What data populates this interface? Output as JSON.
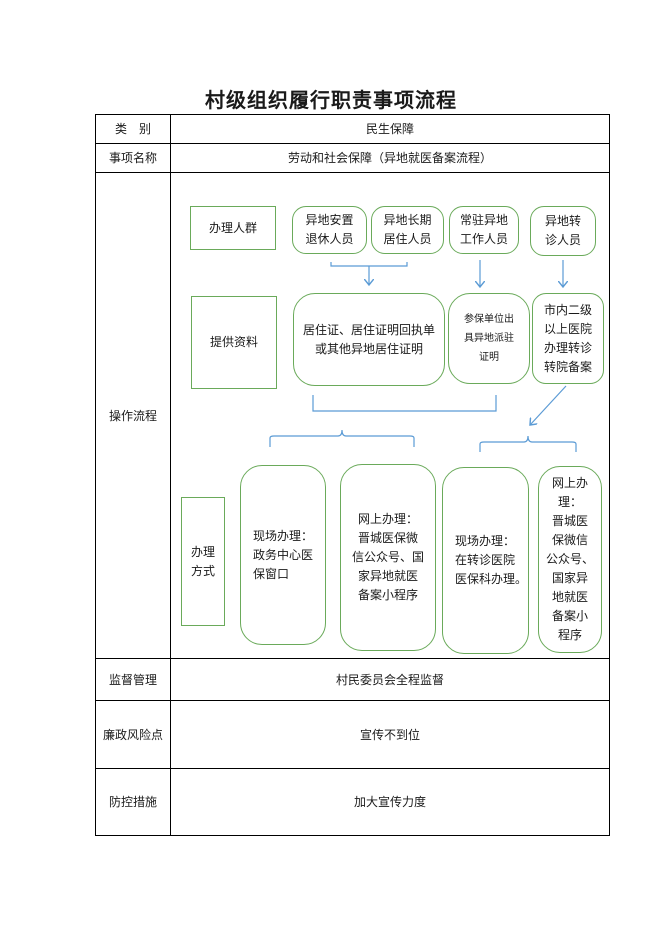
{
  "title": "村级组织履行职责事项流程",
  "rows": {
    "category_label": "类　别",
    "category_value": "民生保障",
    "item_label": "事项名称",
    "item_value": "劳动和社会保障（异地就医备案流程）",
    "process_label": "操作流程",
    "supervision_label": "监督管理",
    "supervision_value": "村民委员会全程监督",
    "risk_label": "廉政风险点",
    "risk_value": "宣传不到位",
    "measure_label": "防控措施",
    "measure_value": "加大宣传力度"
  },
  "flow": {
    "group_label": "办理人群",
    "groups": [
      "异地安置\n退休人员",
      "异地长期\n居住人员",
      "常驻异地\n工作人员",
      "异地转\n诊人员"
    ],
    "materials_label": "提供资料",
    "materials": [
      "居住证、居住证明回执单\n或其他异地居住证明",
      "参保单位出\n具异地派驻\n证明",
      "市内二级\n以上医院\n办理转诊\n转院备案"
    ],
    "method_label": "办理\n方式",
    "methods": [
      "现场办理：\n政务中心医\n保窗口",
      "网上办理：\n晋城医保微\n信公众号、国\n家异地就医\n备案小程序",
      "现场办理：\n在转诊医院\n医保科办理。",
      "网上办\n理：\n晋城医\n保微信\n公众号、\n国家异\n地就医\n备案小\n程序"
    ]
  },
  "colors": {
    "box_border": "#6aaa5a",
    "arrow": "#5b9bd5",
    "table_line": "#000000"
  }
}
